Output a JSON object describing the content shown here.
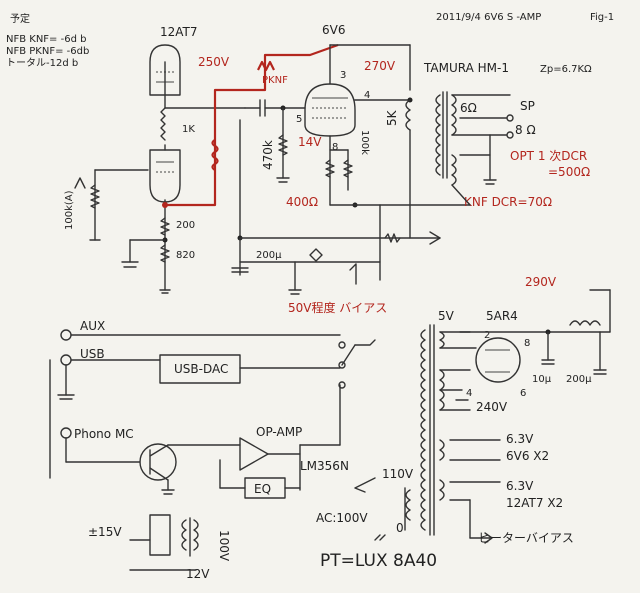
{
  "header": {
    "date_title": "2011/9/4  6V6 S -AMP",
    "fig": "Fig-1",
    "plan_title": "予定",
    "nfb_knf": "NFB  KNF= -6d b",
    "nfb_pknf": "NFB  PKNF= -6db",
    "total": "トータル-12d b"
  },
  "tubes": {
    "preamp": "12AT7",
    "power": "6V6",
    "rectifier": "5AR4"
  },
  "voltages": {
    "v250": "250V",
    "v270": "270V",
    "v290": "290V",
    "v14": "14V",
    "v50": "50V程度 バイアス",
    "v240": "240V",
    "v5": "5V",
    "v63a": "6.3V",
    "v63b": "6.3V",
    "v110": "110V",
    "vac": "AC:100V",
    "v0": "0",
    "vpm15": "±15V",
    "v12": "12V",
    "v100": "100V"
  },
  "resistors": {
    "r1k": "1K",
    "r200": "200",
    "r820": "820",
    "r470k": "470k",
    "r100k": "100k",
    "r100kA": "100k(A)",
    "r5k": "5K",
    "r400": "400Ω",
    "r6": "6Ω",
    "r8": "8 Ω"
  },
  "pins": {
    "p3": "3",
    "p4": "4",
    "p5": "5",
    "p8": "8",
    "p2": "2",
    "p8b": "8",
    "p4b": "4",
    "p6": "6"
  },
  "caps": {
    "c200a": "200μ",
    "c10": "10μ",
    "c200b": "200μ"
  },
  "transformer": {
    "name": "TAMURA  HM-1",
    "zp": "Zp=6.7KΩ",
    "sp": "SP",
    "opt_dcr": "OPT  1 次DCR",
    "opt_dcr_val": "=500Ω",
    "knf_dcr": "KNF DCR=70Ω",
    "pknf": "PKNF"
  },
  "input": {
    "aux": "AUX",
    "usb": "USB",
    "usb_dac": "USB-DAC",
    "phono": "Phono  MC",
    "opamp": "OP-AMP",
    "lm": "LM356N",
    "eq": "EQ"
  },
  "heaters": {
    "h6v6": "6V6  X2",
    "h12at7": "12AT7  X2",
    "bias": "ヒーターバイアス"
  },
  "power_tx": "PT=LUX  8A40"
}
